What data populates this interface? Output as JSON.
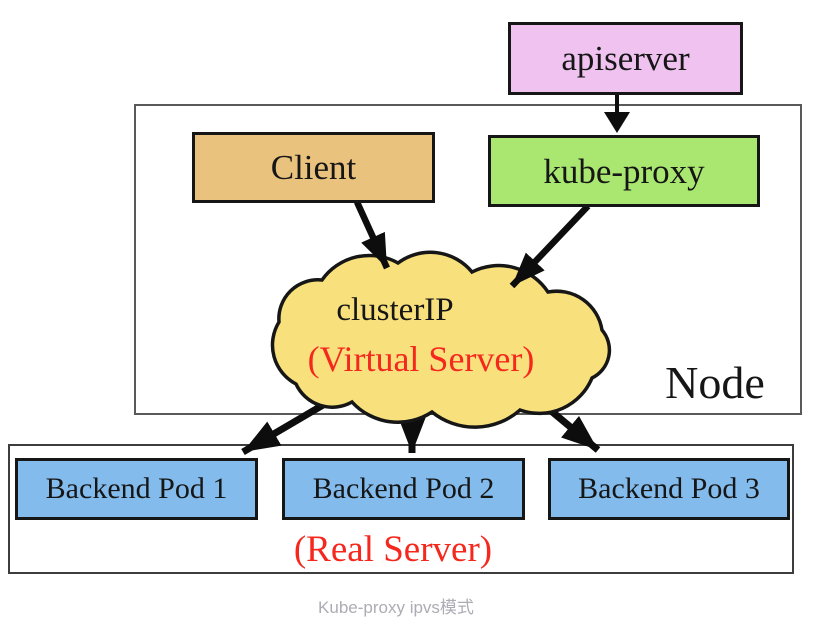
{
  "diagram": {
    "apiserver_label": "apiserver",
    "client_label": "Client",
    "kube_proxy_label": "kube-proxy",
    "cloud": {
      "line1": "clusterIP",
      "line2": "(Virtual Server)"
    },
    "node_label": "Node",
    "pods": [
      "Backend Pod 1",
      "Backend Pod 2",
      "Backend Pod 3"
    ],
    "real_server_label": "(Real Server)",
    "colors": {
      "apiserver_fill": "#EFC2EF",
      "client_fill": "#E9C27E",
      "kube_proxy_fill": "#A9E771",
      "cloud_fill": "#F8E07C",
      "pod_fill": "#82BBEC",
      "red_text": "#F5281E",
      "arrow_black": "#0d0d0d",
      "caption_gray": "#ACACB4"
    }
  },
  "caption": "Kube-proxy ipvs模式"
}
